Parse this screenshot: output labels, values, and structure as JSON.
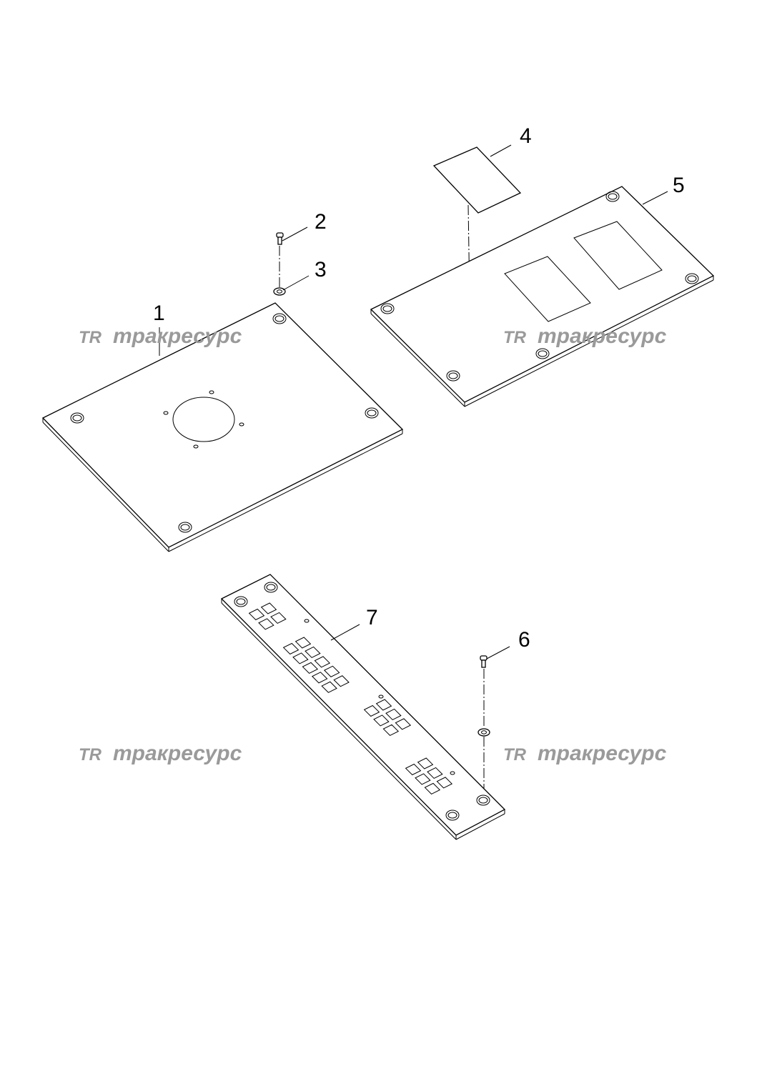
{
  "callouts": [
    {
      "id": "1",
      "label": "1"
    },
    {
      "id": "2",
      "label": "2"
    },
    {
      "id": "3",
      "label": "3"
    },
    {
      "id": "4",
      "label": "4"
    },
    {
      "id": "5",
      "label": "5"
    },
    {
      "id": "6",
      "label": "6"
    },
    {
      "id": "7",
      "label": "7"
    }
  ],
  "watermark": {
    "logo": "TR",
    "text": "тракресурс",
    "color": "#9a9a9a"
  }
}
